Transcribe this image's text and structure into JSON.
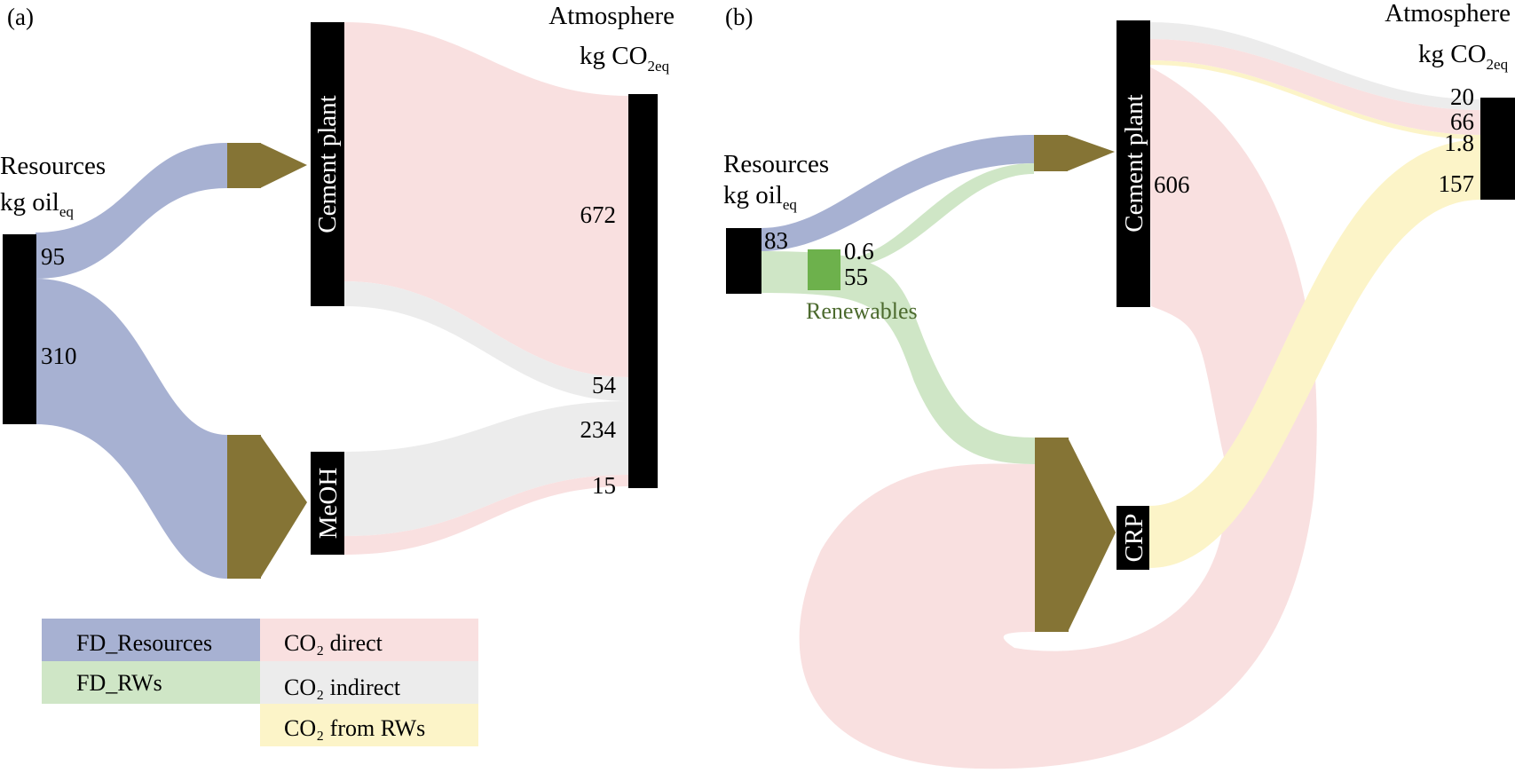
{
  "colors": {
    "fd_resources": "#a7b1d2",
    "fd_rws": "#cfe6c6",
    "co2_direct": "#f9e0e0",
    "co2_indirect": "#ececec",
    "co2_rws": "#fcf4c8",
    "process": "#857435",
    "renewables": "#6db14c",
    "node": "#000000"
  },
  "panel_a": {
    "tag": "(a)",
    "resources_line1": "Resources",
    "resources_line2": "kg oil",
    "resources_sub": "eq",
    "atm_line1": "Atmosphere",
    "atm_line2": "kg CO",
    "atm_sub": "2eq",
    "cement_label": "Cement plant",
    "meoh_label": "MeOH",
    "v_res_cement": "95",
    "v_res_meoh": "310",
    "v_direct_cement": "672",
    "v_indirect_cement": "54",
    "v_indirect_meoh": "234",
    "v_direct_meoh": "15"
  },
  "panel_b": {
    "tag": "(b)",
    "resources_line1": "Resources",
    "resources_line2": "kg oil",
    "resources_sub": "eq",
    "atm_line1": "Atmosphere",
    "atm_line2": "kg CO",
    "atm_sub": "2eq",
    "cement_label": "Cement plant",
    "crp_label": "CRP",
    "renewables_label": "Renewables",
    "v_res": "83",
    "v_rw_cement": "0.6",
    "v_rw_crp": "55",
    "v_direct_cement": "606",
    "v_atm_indirect": "20",
    "v_atm_direct": "66",
    "v_atm_rw_cement": "1.8",
    "v_atm_rw_crp": "157"
  },
  "legend": {
    "fd_resources": "FD_Resources",
    "fd_rws": "FD_RWs",
    "co2_direct": "CO₂ direct",
    "co2_indirect": "CO₂ indirect",
    "co2_rws": "CO₂ from RWs"
  }
}
